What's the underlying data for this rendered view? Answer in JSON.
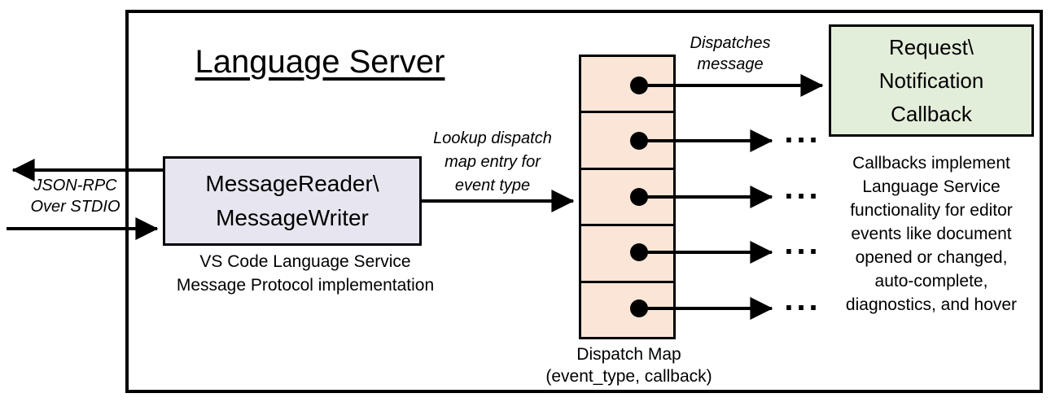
{
  "diagram": {
    "title": "Language Server"
  },
  "stdio_io": {
    "label_line1": "JSON-RPC",
    "label_line2": "Over STDIO"
  },
  "reader_writer_box": {
    "line1": "MessageReader\\",
    "line2": "MessageWriter",
    "caption_line1": "VS Code Language Service",
    "caption_line2": "Message Protocol implementation",
    "fill_color": "#e7e6f0"
  },
  "lookup_arrow": {
    "label_line1": "Lookup dispatch",
    "label_line2": "map entry for",
    "label_line3": "event type"
  },
  "dispatch_map": {
    "caption_line1": "Dispatch Map",
    "caption_line2": "(event_type, callback)",
    "cell_count": 5,
    "cell_fill_color": "#fbe5d6"
  },
  "dispatch_arrow": {
    "label_line1": "Dispatches",
    "label_line2": "message"
  },
  "callback_box": {
    "line1": "Request\\",
    "line2": "Notification",
    "line3": "Callback",
    "fill_color": "#e3eeda"
  },
  "callback_note": {
    "line1": "Callbacks implement",
    "line2": "Language Service",
    "line3": "functionality for editor",
    "line4": "events like document",
    "line5": "opened or changed,",
    "line6": "auto-complete,",
    "line7": "diagnostics, and hover"
  },
  "misc": {
    "ellipsis": "...",
    "line_color": "#000000",
    "border_color": "#000000"
  }
}
